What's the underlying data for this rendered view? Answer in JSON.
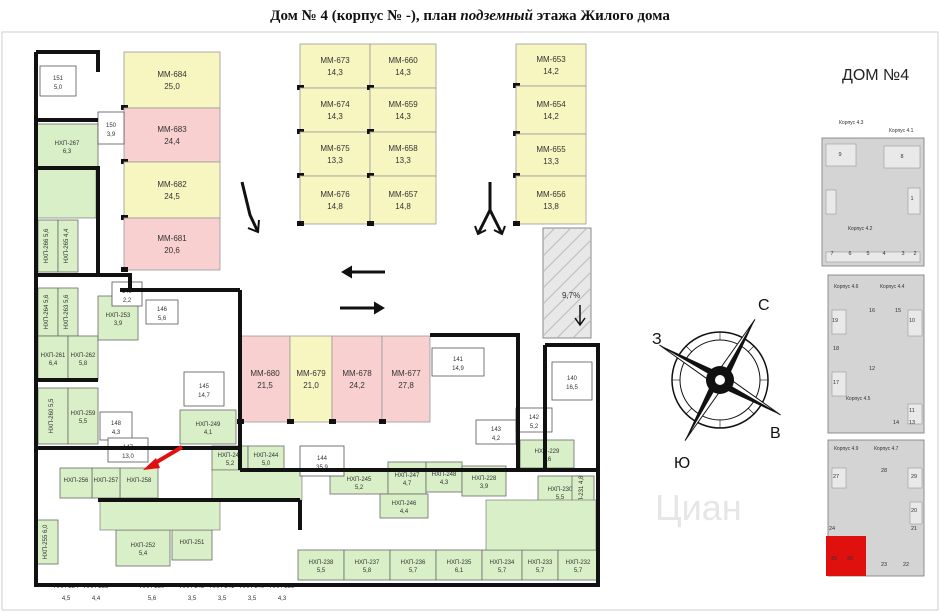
{
  "title": {
    "part1": "Дом № ",
    "house": "4",
    "part2": " (корпус № -), план ",
    "level": "подземный",
    "part3": " этажа Жилого дома"
  },
  "colors": {
    "available": "#f7f5c0",
    "sold": "#f8d0d0",
    "storage": "#d9efc7",
    "wall": "#111111",
    "highlight": "#e01010"
  },
  "parking": [
    {
      "id": "ММ-684",
      "area": "25,0",
      "status": "available"
    },
    {
      "id": "ММ-683",
      "area": "24,4",
      "status": "sold"
    },
    {
      "id": "ММ-682",
      "area": "24,5",
      "status": "available"
    },
    {
      "id": "ММ-681",
      "area": "20,6",
      "status": "sold"
    },
    {
      "id": "ММ-673",
      "area": "14,3",
      "status": "available"
    },
    {
      "id": "ММ-674",
      "area": "14,3",
      "status": "available"
    },
    {
      "id": "ММ-675",
      "area": "13,3",
      "status": "available"
    },
    {
      "id": "ММ-676",
      "area": "14,8",
      "status": "available"
    },
    {
      "id": "ММ-660",
      "area": "14,3",
      "status": "available"
    },
    {
      "id": "ММ-659",
      "area": "14,3",
      "status": "available"
    },
    {
      "id": "ММ-658",
      "area": "13,3",
      "status": "available"
    },
    {
      "id": "ММ-657",
      "area": "14,8",
      "status": "available"
    },
    {
      "id": "ММ-653",
      "area": "14,2",
      "status": "available"
    },
    {
      "id": "ММ-654",
      "area": "14,2",
      "status": "available"
    },
    {
      "id": "ММ-655",
      "area": "13,3",
      "status": "available"
    },
    {
      "id": "ММ-656",
      "area": "13,8",
      "status": "available"
    },
    {
      "id": "ММ-680",
      "area": "21,5",
      "status": "sold"
    },
    {
      "id": "ММ-679",
      "area": "21,0",
      "status": "available"
    },
    {
      "id": "ММ-678",
      "area": "24,2",
      "status": "sold"
    },
    {
      "id": "ММ-677",
      "area": "27,8",
      "status": "sold"
    }
  ],
  "storage": [
    {
      "id": "НХП-267",
      "area": "6,3"
    },
    {
      "id": "НХП-266",
      "area": "5,6"
    },
    {
      "id": "НХП-265",
      "area": "4,4"
    },
    {
      "id": "НХП-264",
      "area": "5,6"
    },
    {
      "id": "НХП-263",
      "area": "5,6"
    },
    {
      "id": "НХП-261",
      "area": "6,4"
    },
    {
      "id": "НХП-262",
      "area": "5,8"
    },
    {
      "id": "НХП-260",
      "area": "5,5"
    },
    {
      "id": "НХП-259",
      "area": "5,5"
    },
    {
      "id": "НХП-253",
      "area": "3,9"
    },
    {
      "id": "НХП-249",
      "area": "4,1"
    },
    {
      "id": "НХП-243",
      "area": "5,2"
    },
    {
      "id": "НХП-244",
      "area": "5,0"
    },
    {
      "id": "НХП-245",
      "area": "5,2"
    },
    {
      "id": "НХП-247",
      "area": "4,7"
    },
    {
      "id": "НХП-248",
      "area": "4,3"
    },
    {
      "id": "НХП-228",
      "area": "3,9"
    },
    {
      "id": "НХП-246",
      "area": "4,4"
    },
    {
      "id": "НХП-229",
      "area": "4,6"
    },
    {
      "id": "НХП-230",
      "area": "5,5"
    },
    {
      "id": "НХП-231",
      "area": "4,8"
    },
    {
      "id": "НХП-258",
      "area": ""
    },
    {
      "id": "НХП-257",
      "area": ""
    },
    {
      "id": "НХП-256",
      "area": ""
    },
    {
      "id": "НХП-255",
      "area": "6,0"
    },
    {
      "id": "НХП-252",
      "area": "5,4"
    },
    {
      "id": "НХП-251",
      "area": ""
    },
    {
      "id": "НХП-238",
      "area": "5,5"
    },
    {
      "id": "НХП-237",
      "area": "5,8"
    },
    {
      "id": "НХП-236",
      "area": "5,7"
    },
    {
      "id": "НХП-235",
      "area": "6,1"
    },
    {
      "id": "НХП-234",
      "area": "5,7"
    },
    {
      "id": "НХП-233",
      "area": "5,7"
    },
    {
      "id": "НХП-232",
      "area": "5,7"
    }
  ],
  "bottom_labels": [
    {
      "id": "НХП-254",
      "area": "4,5"
    },
    {
      "id": "НХП-253",
      "area": "4,4"
    },
    {
      "id": "НХП-250",
      "area": "5,6"
    },
    {
      "id": "НХП-242",
      "area": "3,5"
    },
    {
      "id": "НХП-241",
      "area": "3,5"
    },
    {
      "id": "НХП-240",
      "area": "3,5"
    },
    {
      "id": "НХП-239",
      "area": "4,3"
    }
  ],
  "rooms": [
    {
      "id": "151",
      "area": "5,0"
    },
    {
      "id": "150",
      "area": "3,9"
    },
    {
      "id": "149",
      "area": "2,2"
    },
    {
      "id": "146",
      "area": "5,6"
    },
    {
      "id": "145",
      "area": "14,7"
    },
    {
      "id": "148",
      "area": "4,3"
    },
    {
      "id": "147",
      "area": "13,0"
    },
    {
      "id": "144",
      "area": "35,9"
    },
    {
      "id": "141",
      "area": "14,9"
    },
    {
      "id": "143",
      "area": "4,2"
    },
    {
      "id": "142",
      "area": "5,2"
    },
    {
      "id": "140",
      "area": "16,5"
    }
  ],
  "ramp_slope": "9,7%",
  "compass": {
    "north": "С",
    "south": "Ю",
    "east": "В",
    "west": "З"
  },
  "minimap": {
    "title": "ДОМ №4",
    "blocks": [
      {
        "label": "Корпус 4.3"
      },
      {
        "label": "Корпус 4.1"
      },
      {
        "label": "Корпус 4.2"
      },
      {
        "label": "Корпус 4.6"
      },
      {
        "label": "Корпус 4.4"
      },
      {
        "label": "Корпус 4.5"
      },
      {
        "label": "Корпус 4.9"
      },
      {
        "label": "Корпус 4.7"
      }
    ],
    "numbers": [
      "9",
      "8",
      "7",
      "6",
      "5",
      "4",
      "3",
      "2",
      "1",
      "19",
      "16",
      "15",
      "18",
      "17",
      "12",
      "14",
      "13",
      "11",
      "10",
      "27",
      "28",
      "29",
      "20",
      "24",
      "25",
      "26",
      "23",
      "22",
      "21"
    ]
  },
  "watermark": "Циан"
}
